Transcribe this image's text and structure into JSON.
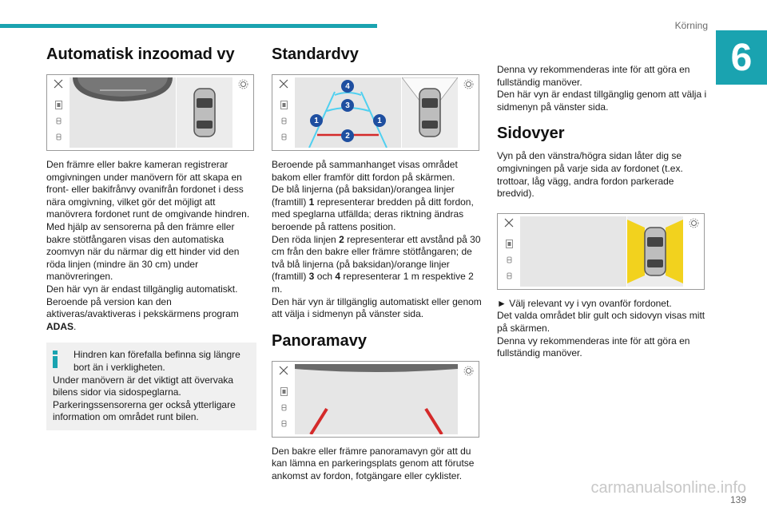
{
  "header": {
    "section": "Körning",
    "chapter": "6",
    "page": "139"
  },
  "watermark": "carmanualsonline.info",
  "col1": {
    "title": "Automatisk inzoomad vy",
    "body": "Den främre eller bakre kameran registrerar omgivningen under manövern för att skapa en front- eller bakifrånvy ovanifrån fordonet i dess nära omgivning, vilket gör det möjligt att manövrera fordonet runt de omgivande hindren.\nMed hjälp av sensorerna på den främre eller bakre stötfångaren visas den automatiska zoomvyn när du närmar dig ett hinder vid den röda linjen (mindre än 30 cm) under manövreringen.\nDen här vyn är endast tillgänglig automatiskt.\nBeroende på version kan den aktiveras/avaktiveras i pekskärmens program ",
    "body_bold": "ADAS",
    "body_end": ".",
    "note_lead": "Hindren kan förefalla befinna sig längre bort än i verkligheten.",
    "note_rest": "Under manövern är det viktigt att övervaka bilens sidor via sidospeglarna.\nParkeringssensorerna ger också ytterligare information om området runt bilen."
  },
  "col2": {
    "title": "Standardvy",
    "markers": [
      "4",
      "3",
      "1",
      "1",
      "2"
    ],
    "p1": "Beroende på sammanhanget visas området bakom eller framför ditt fordon på skärmen.\nDe blå linjerna (på baksidan)/orangea linjer (framtill) ",
    "p1_b1": "1",
    "p1_b": " representerar bredden på ditt fordon, med speglarna utfällda; deras riktning ändras beroende på rattens position.\nDen röda linjen ",
    "p1_b2": "2",
    "p1_c": " representerar ett avstånd på 30 cm från den bakre eller främre stötfångaren; de två blå linjerna (på baksidan)/orange linjer (framtill) ",
    "p1_b3": "3",
    "p1_d": " och ",
    "p1_b4": "4",
    "p1_e": " representerar 1 m respektive 2 m.\nDen här vyn är tillgänglig automatiskt eller genom att välja i sidmenyn på vänster sida.",
    "title2": "Panoramavy",
    "p2": "Den bakre eller främre panoramavyn gör att du kan lämna en parkeringsplats genom att förutse ankomst av fordon, fotgängare eller cyklister."
  },
  "col3": {
    "p0": "Denna vy rekommenderas inte för att göra en fullständig manöver.\nDen här vyn är endast tillgänglig genom att välja i sidmenyn på vänster sida.",
    "title": "Sidovyer",
    "p1": "Vyn på den vänstra/högra sidan låter dig se omgivningen på varje sida av fordonet (t.ex. trottoar, låg vägg, andra fordon parkerade bredvid).",
    "p2": "► Välj relevant vy i vyn ovanför fordonet.\nDet valda området blir gult och sidovyn visas mitt på skärmen.\nDenna vy rekommenderas inte för att göra en fullständig manöver."
  },
  "colors": {
    "accent": "#1aa3b0",
    "marker": "#1f4fa0",
    "guide_blue": "#4fd0f0",
    "guide_red": "#d42a2a",
    "highlight": "#f2d21e"
  },
  "icons": [
    "close-icon",
    "camera-view-icon",
    "sensor-icon",
    "settings-icon",
    "car-icon"
  ]
}
